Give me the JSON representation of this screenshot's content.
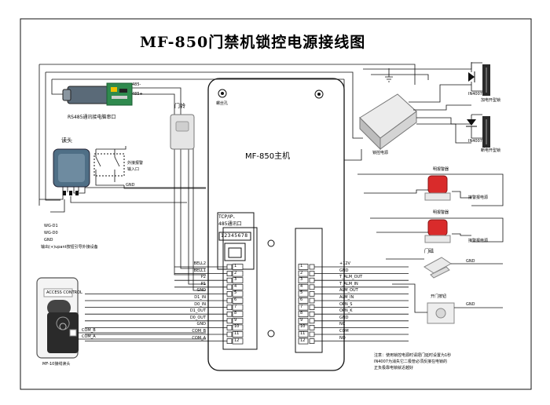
{
  "title": "MF-850门禁机锁控电源接线图",
  "main_unit": {
    "label": "MF-850主机",
    "screw_hole": "螺丝孔",
    "comm_port_label_1": "TCP/IP、",
    "comm_port_label_2": "485通讯口",
    "comm_port_pins": "12345678"
  },
  "devices": {
    "rs485": "RS485通讯接电脑串口",
    "rs485_tx": "485-",
    "rs485_rx": "485+",
    "reader": "读头",
    "doorbell": "门铃",
    "ext_alarm_1": "外接报警",
    "ext_alarm_2": "输入口",
    "lock_power": "锁控电源",
    "in4007_top": "IN4007",
    "in4007_bottom": "IN4007",
    "lock_on_power": "加电开型锁",
    "lock_off_power": "断电开型锁",
    "alarm1": "明报警器",
    "alarm2": "明报警器",
    "alarm_power_1": "接警报电源",
    "alarm_power_2": "接警报电源",
    "door_magnet": "门磁",
    "exit_button": "开门按钮",
    "mf10_reader": "MF-10接线读头",
    "reader_brand": "ACCESS CONTROL"
  },
  "left_wires": {
    "wg_d1": "WG-D1",
    "wg_d0": "WG-D0",
    "gnd": "GND",
    "note": "输出(+)upant按钮引导外接设备",
    "com_b": "COM_B",
    "com_a": "COM_A",
    "alarm_gnd": "GND"
  },
  "left_terminals": [
    {
      "signal": "BELL2",
      "num": "1"
    },
    {
      "signal": "BELL1",
      "num": "2"
    },
    {
      "signal": "P2",
      "num": "3"
    },
    {
      "signal": "P1",
      "num": "4"
    },
    {
      "signal": "GND",
      "num": "5"
    },
    {
      "signal": "D1_IN",
      "num": "6"
    },
    {
      "signal": "D0_IN",
      "num": "7"
    },
    {
      "signal": "D1_OUT",
      "num": "8"
    },
    {
      "signal": "D0_OUT",
      "num": "9"
    },
    {
      "signal": "GND",
      "num": "10"
    },
    {
      "signal": "COM_B",
      "num": "11"
    },
    {
      "signal": "COM_A",
      "num": "12"
    }
  ],
  "right_terminals": [
    {
      "signal": "+12V",
      "num": "1"
    },
    {
      "signal": "GND",
      "num": "2"
    },
    {
      "signal": "T_ALM_OUT",
      "num": "3"
    },
    {
      "signal": "T_ALM_IN",
      "num": "4"
    },
    {
      "signal": "ALM_OUT",
      "num": "5"
    },
    {
      "signal": "ALM_IN",
      "num": "6"
    },
    {
      "signal": "OPN_S",
      "num": "7"
    },
    {
      "signal": "OPN_K",
      "num": "8"
    },
    {
      "signal": "GND",
      "num": "9"
    },
    {
      "signal": "NC",
      "num": "10"
    },
    {
      "signal": "COM",
      "num": "11"
    },
    {
      "signal": "NO",
      "num": "12"
    }
  ],
  "right_gnd_1": "GND",
  "right_gnd_2": "GND",
  "note_lines": [
    "注意：使用锁控电源时请把门延时设置为1秒",
    "IN4007为消失它二极管必须反接在电锁的",
    "正负极靠电锁就近越好"
  ],
  "colors": {
    "line": "#111111",
    "alarm_red": "#d92b2b",
    "reader_blue": "#4f6f86",
    "board_green": "#2f8a4e"
  }
}
